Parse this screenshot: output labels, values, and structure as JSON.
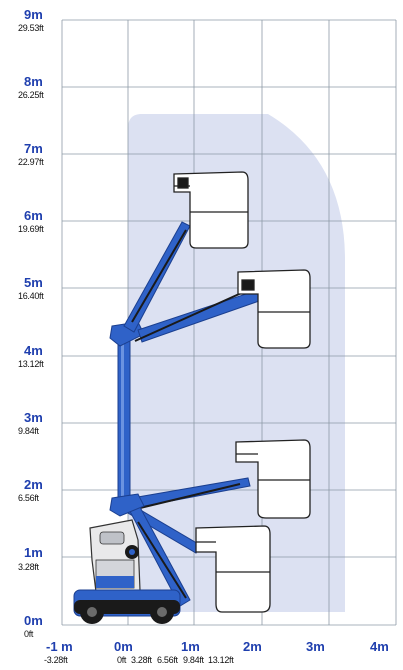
{
  "diagram": {
    "colors": {
      "meters_label": "#1f3fae",
      "grid": "#8d9aa6",
      "envelope": "#dce1f2",
      "machine_blue": "#2f62c8",
      "machine_dark": "#1a1a1a",
      "basket_outline": "#222222"
    },
    "y_labels": [
      {
        "m": "0m",
        "ft": "0ft"
      },
      {
        "m": "1m",
        "ft": "3.28ft"
      },
      {
        "m": "2m",
        "ft": "6.56ft"
      },
      {
        "m": "3m",
        "ft": "9.84ft"
      },
      {
        "m": "4m",
        "ft": "13.12ft"
      },
      {
        "m": "5m",
        "ft": "16.40ft"
      },
      {
        "m": "6m",
        "ft": "19.69ft"
      },
      {
        "m": "7m",
        "ft": "22.97ft"
      },
      {
        "m": "8m",
        "ft": "26.25ft"
      },
      {
        "m": "9m",
        "ft": "29.53ft"
      }
    ],
    "x_labels_m": [
      "-1 m",
      "0m",
      "1m",
      "2m",
      "3m",
      "4m"
    ],
    "x_labels_ft": [
      "-3.28ft",
      "0ft",
      "3.28ft",
      "6.56ft",
      "9.84ft",
      "13.12ft"
    ],
    "envelope_icon": "working-envelope",
    "machine_icon": "vertical-mast-lift-with-jib"
  }
}
